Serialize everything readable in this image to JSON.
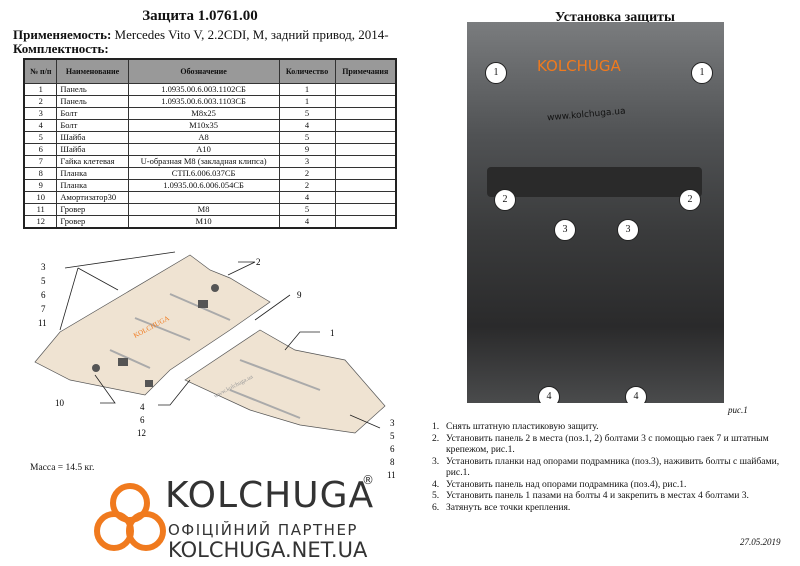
{
  "title": "Защита 1.0761.00",
  "applicability_label": "Применяемость:",
  "applicability": "Mercedes Vito V, 2.2CDI, M, задний привод, 2014-",
  "kit_label": "Комплектность:",
  "table": {
    "headers": [
      "№ п/п",
      "Наименование",
      "Обозначение",
      "Количество",
      "Примечания"
    ],
    "rows": [
      [
        "1",
        "Панель",
        "1.0935.00.6.003.1102СБ",
        "1",
        ""
      ],
      [
        "2",
        "Панель",
        "1.0935.00.6.003.1103СБ",
        "1",
        ""
      ],
      [
        "3",
        "Болт",
        "M8x25",
        "5",
        ""
      ],
      [
        "4",
        "Болт",
        "M10x35",
        "4",
        ""
      ],
      [
        "5",
        "Шайба",
        "A8",
        "5",
        ""
      ],
      [
        "6",
        "Шайба",
        "A10",
        "9",
        ""
      ],
      [
        "7",
        "Гайка клетевая",
        "U-образная M8 (закладная клипса)",
        "3",
        ""
      ],
      [
        "8",
        "Планка",
        "СТП.6.006.037СБ",
        "2",
        ""
      ],
      [
        "9",
        "Планка",
        "1.0935.00.6.006.054СБ",
        "2",
        ""
      ],
      [
        "10",
        "Амортизатор30",
        "",
        "4",
        ""
      ],
      [
        "11",
        "Гровер",
        "M8",
        "5",
        ""
      ],
      [
        "12",
        "Гровер",
        "M10",
        "4",
        ""
      ]
    ]
  },
  "diagram": {
    "labels": {
      "l1": "3\n5\n6\n7\n11",
      "l2": "2",
      "l9": "9",
      "l1p": "1",
      "l10": "10",
      "l4": "4\n6\n12",
      "l3": "3\n5\n6\n8\n11"
    },
    "logo": "KOLCHUGA",
    "url": "www.kolchuga.ua"
  },
  "mass": "Масса = 14.5 кг.",
  "install_title": "Установка защиты",
  "photo": {
    "callouts": [
      "1",
      "1",
      "2",
      "2",
      "3",
      "3",
      "4",
      "4"
    ],
    "logo": "KOLCHUGA",
    "url": "www.kolchuga.ua",
    "caption": "рис.1"
  },
  "steps": [
    "Снять штатную пластиковую защиту.",
    "Установить панель 2 в места (поз.1, 2) болтами 3 с помощью гаек 7 и штатным крепежом, рис.1.",
    "Установить планки над опорами подрамника (поз.3), наживить болты с шайбами, рис.1.",
    "Установить панель над опорами подрамника (поз.4), рис.1.",
    "Установить панель 1 пазами на болты 4 и закрепить в местах 4 болтами 3.",
    "Затянуть все точки крепления."
  ],
  "date": "27.05.2019",
  "watermark": {
    "brand": "KOLCHUGA",
    "reg": "®",
    "partner": "ОФІЦІЙНИЙ ПАРТНЕР",
    "site": "KOLCHUGA.NET.UA",
    "color": "#f07a1e"
  }
}
